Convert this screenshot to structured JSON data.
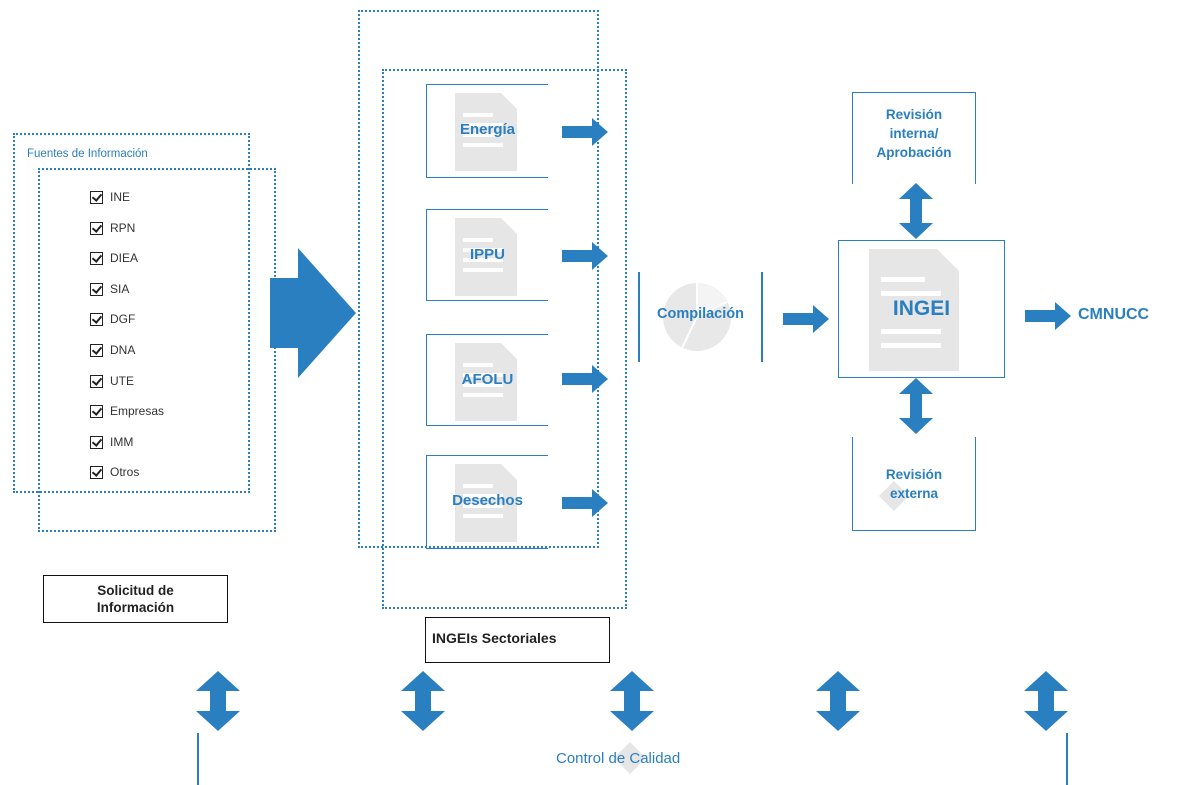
{
  "fuentes": {
    "title": "Fuentes de Información",
    "items": [
      "INE",
      "RPN",
      "DIEA",
      "SIA",
      "DGF",
      "DNA",
      "UTE",
      "Empresas",
      "IMM",
      "Otros"
    ]
  },
  "solicitud_label": "Solicitud de Información",
  "sectores": [
    "Energía",
    "IPPU",
    "AFOLU",
    "Desechos"
  ],
  "sectoriales_label": "INGEIs Sectoriales",
  "compilacion_label": "Compilación",
  "ingei_label": "INGEI",
  "cmnucc_label": "CMNUCC",
  "revision_interna_label": "Revisión interna/ Aprobación",
  "revision_externa_label": "Revisión externa",
  "control_label": "Control de Calidad",
  "colors": {
    "accent": "#2a7fc0",
    "doc_gray": "#e6e6e6"
  }
}
